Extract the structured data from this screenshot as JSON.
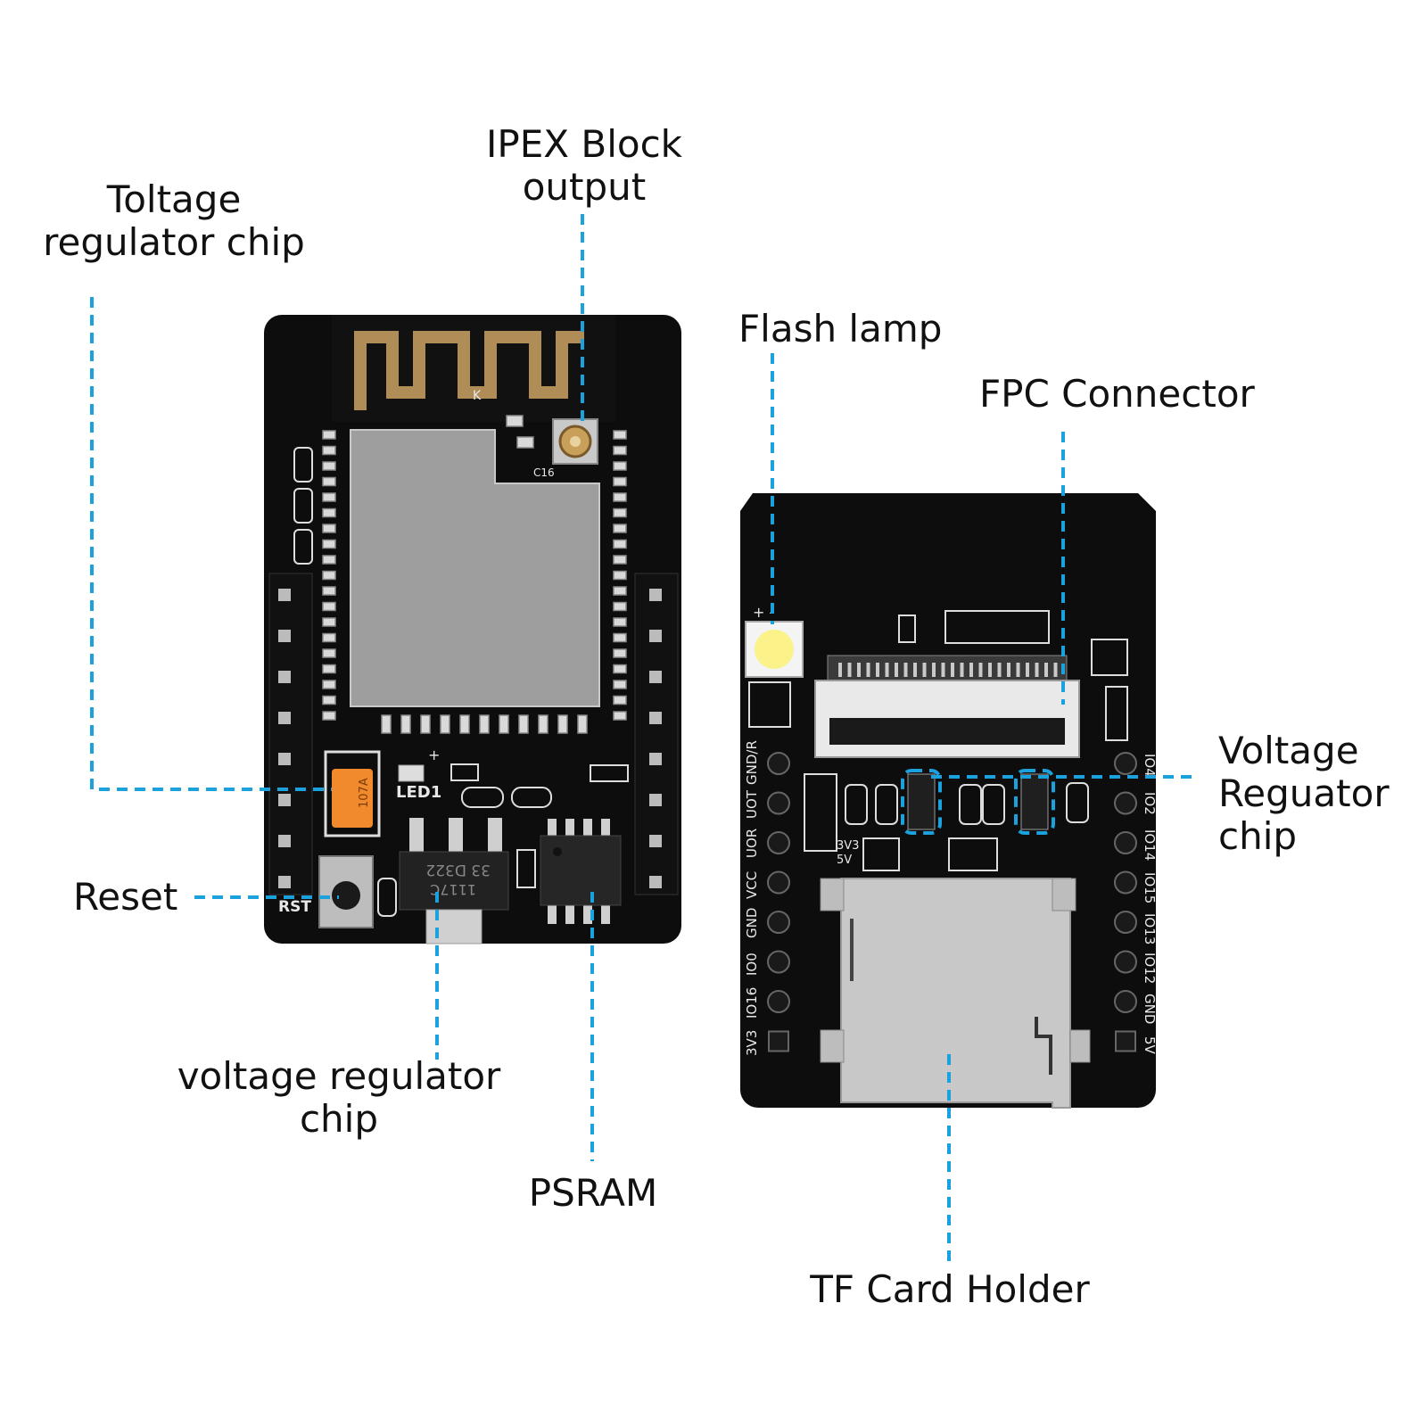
{
  "labels": {
    "toltage_regulator": [
      "Toltage",
      "regulator chip"
    ],
    "ipex_block": [
      "IPEX Block",
      "output"
    ],
    "flash_lamp": [
      "Flash lamp"
    ],
    "fpc_connector": [
      "FPC Connector"
    ],
    "voltage_reguator": [
      "Voltage",
      "Reguator",
      "chip"
    ],
    "reset": [
      "Reset"
    ],
    "voltage_regulator": [
      "voltage regulator",
      "chip"
    ],
    "psram": [
      "PSRAM"
    ],
    "tf_card_holder": [
      "TF Card Holder"
    ]
  },
  "silkscreen": {
    "led": "LED1",
    "rst": "RST",
    "antenna_mark": "K",
    "capacitor": "C16",
    "regulator_chip_top": "33 D322",
    "regulator_chip_bottom": "1117C",
    "tantalum": "107A",
    "jumper": "3V3",
    "jumper_5v": "5V",
    "led_plus": "+",
    "lamp_polarity": "+ -",
    "left_pins": [
      "3V3",
      "IO16",
      "IO0",
      "GND",
      "VCC",
      "UOR",
      "UOT",
      "GND/R"
    ],
    "right_pins": [
      "IO4",
      "IO2",
      "IO14",
      "IO15",
      "IO13",
      "IO12",
      "GND",
      "5V"
    ]
  },
  "colors": {
    "leader_line": "#1ba1dc",
    "pcb": "#0d0d0d",
    "shield": "#9e9e9e",
    "antenna": "#b08d57",
    "led": "#fbf28a",
    "tantalum": "#f08a2c"
  }
}
